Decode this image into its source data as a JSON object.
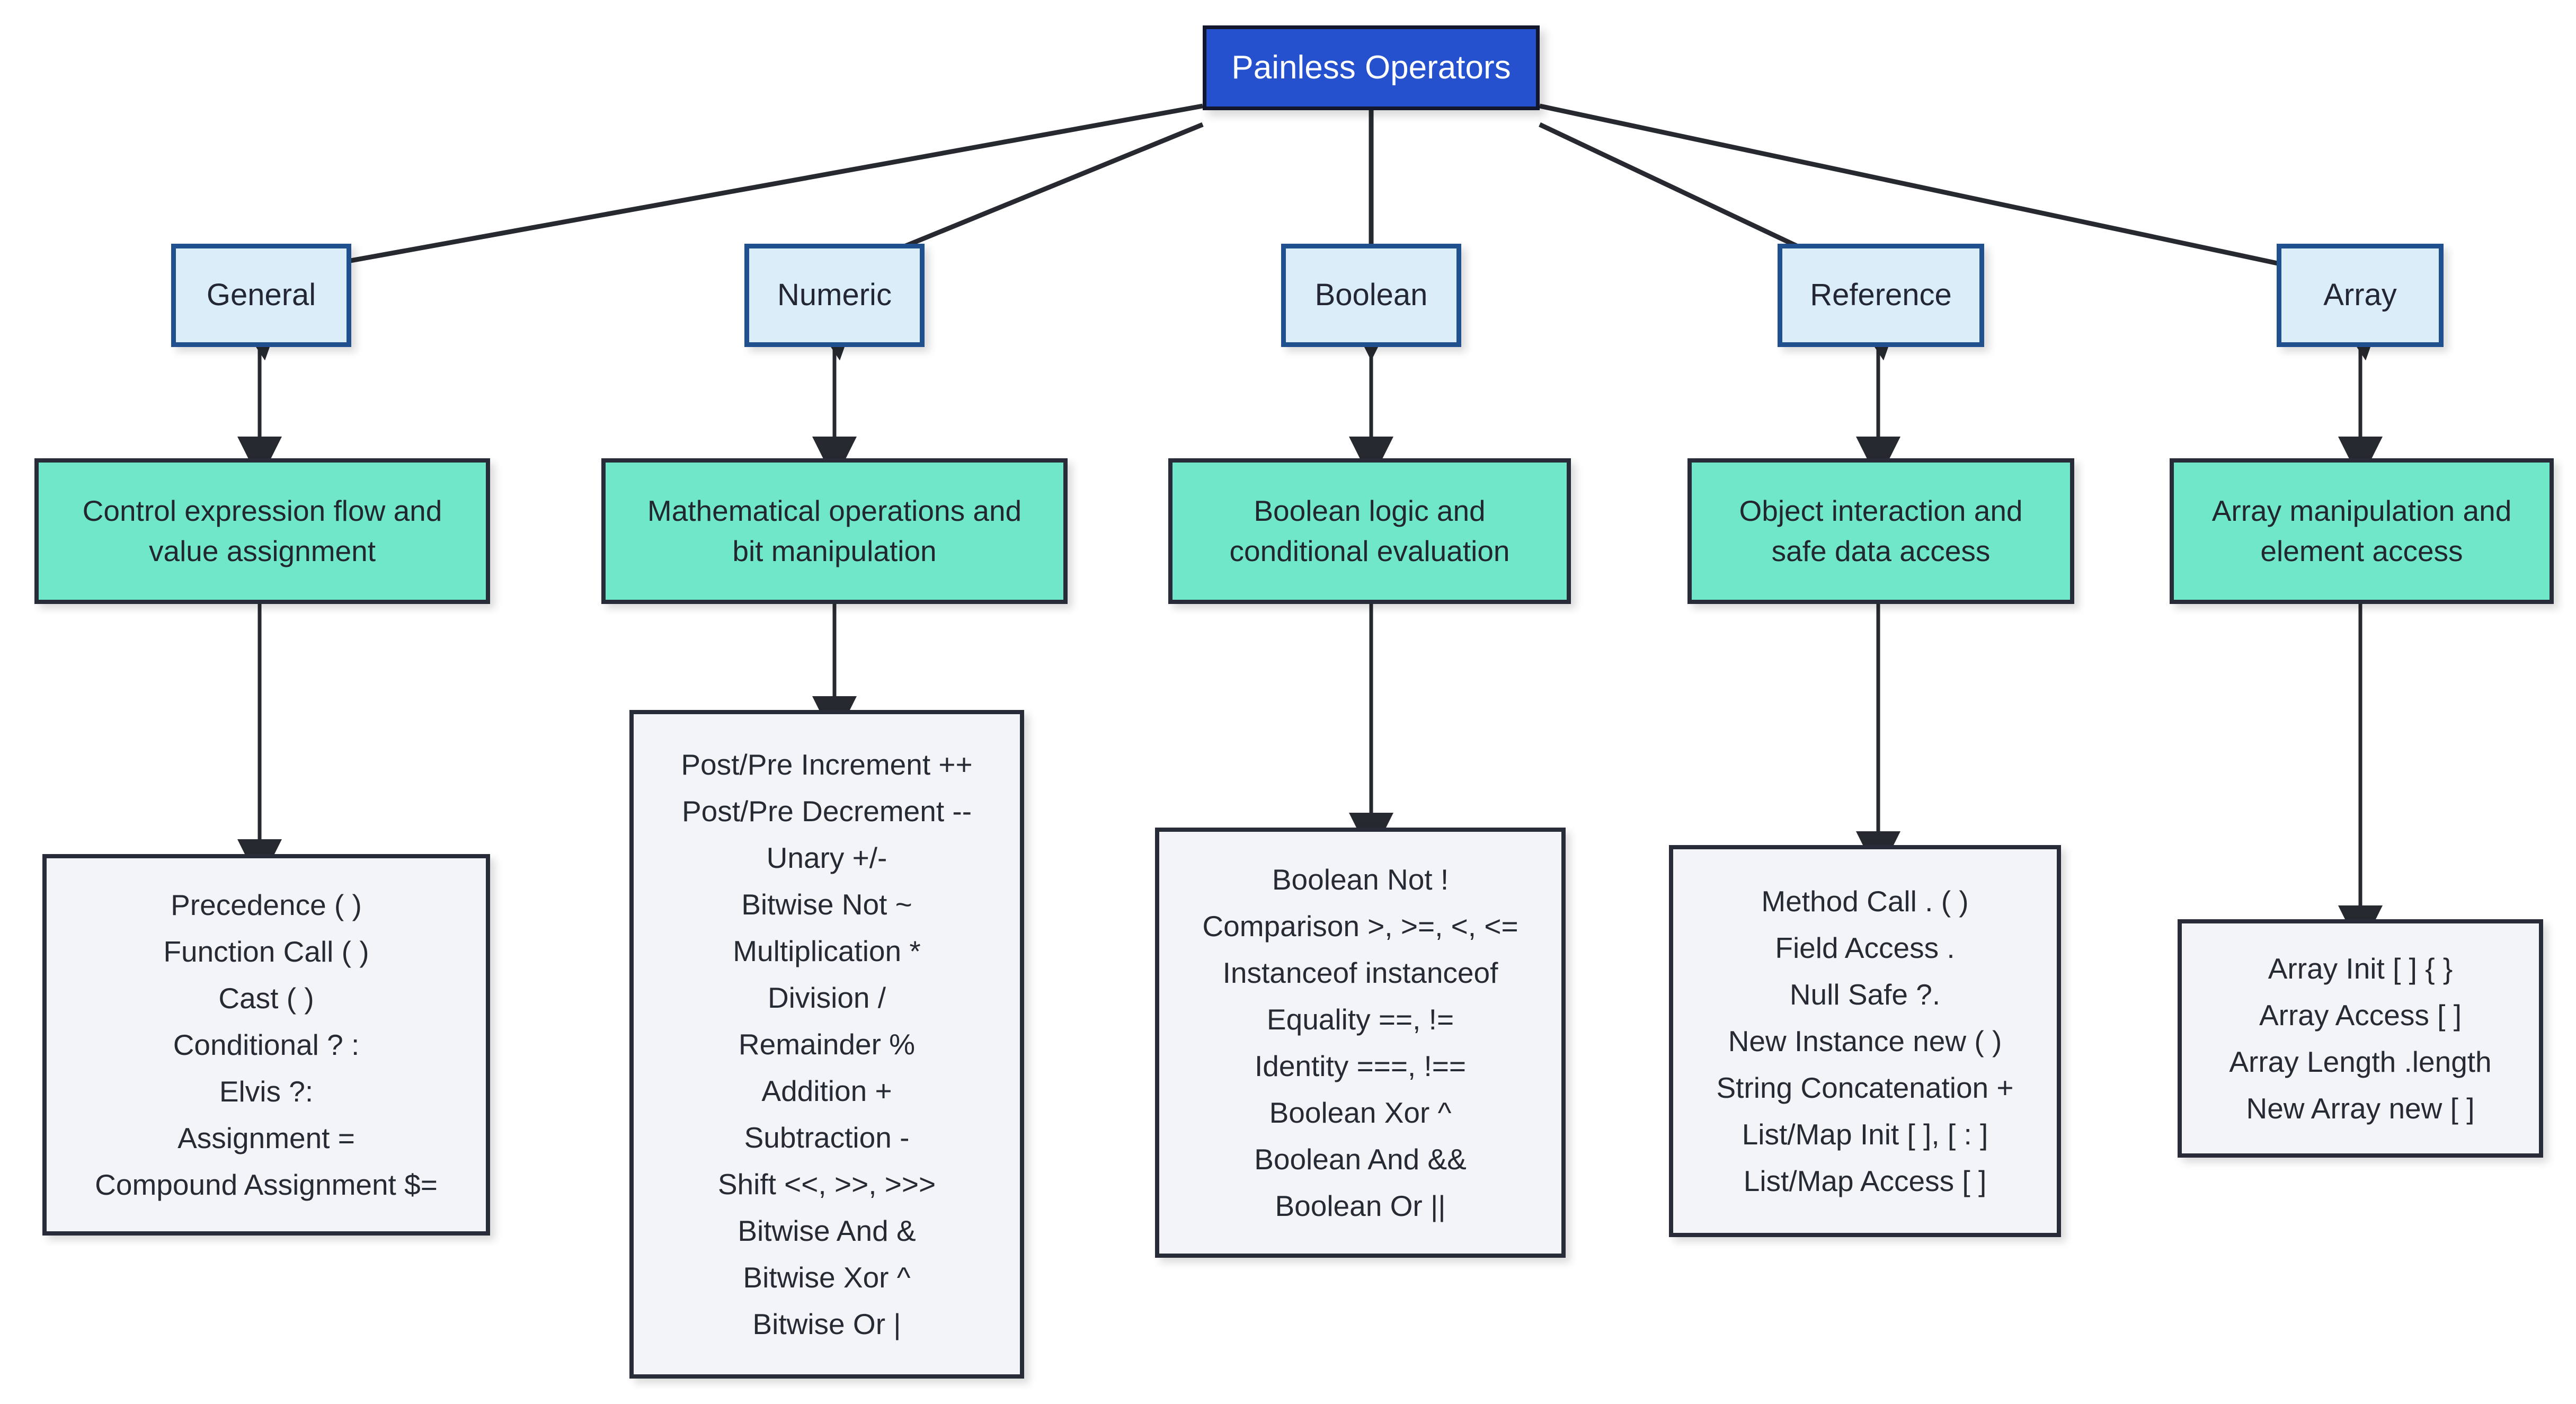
{
  "diagram": {
    "title": "Painless Operators",
    "root": {
      "label": "Painless Operators"
    },
    "colors": {
      "root_fill": "#2551ce",
      "root_border": "#13172e",
      "root_text": "#ffffff",
      "category_fill": "#dcedfa",
      "category_border": "#21508f",
      "description_fill": "#6fe7c8",
      "description_border": "#282c38",
      "operators_fill": "#f2f4f8",
      "operators_border": "#282c38",
      "edge": "#26292f",
      "background": "#ffffff"
    },
    "branches": [
      {
        "category": "General",
        "description": "Control expression flow and value assignment",
        "description_lines": [
          "Control expression flow and",
          "value assignment"
        ],
        "operators": [
          "Precedence ( )",
          "Function Call ( )",
          "Cast ( )",
          "Conditional ? :",
          "Elvis ?:",
          "Assignment =",
          "Compound Assignment $="
        ]
      },
      {
        "category": "Numeric",
        "description": "Mathematical operations and bit manipulation",
        "description_lines": [
          "Mathematical operations and",
          "bit manipulation"
        ],
        "operators": [
          "Post/Pre Increment ++",
          "Post/Pre Decrement --",
          "Unary +/-",
          "Bitwise Not ~",
          "Multiplication *",
          "Division /",
          "Remainder %",
          "Addition +",
          "Subtraction -",
          "Shift <<, >>, >>>",
          "Bitwise And &",
          "Bitwise Xor ^",
          "Bitwise Or |"
        ]
      },
      {
        "category": "Boolean",
        "description": "Boolean logic and conditional evaluation",
        "description_lines": [
          "Boolean logic and",
          "conditional evaluation"
        ],
        "operators": [
          "Boolean Not !",
          "Comparison >, >=, <, <=",
          "Instanceof instanceof",
          "Equality ==, !=",
          "Identity ===, !==",
          "Boolean Xor ^",
          "Boolean And &&",
          "Boolean Or ||"
        ]
      },
      {
        "category": "Reference",
        "description": "Object interaction and safe data access",
        "description_lines": [
          "Object interaction and",
          "safe data access"
        ],
        "operators": [
          "Method Call . ( )",
          "Field Access .",
          "Null Safe ?.",
          "New Instance new ( )",
          "String Concatenation +",
          "List/Map Init [ ], [ : ]",
          "List/Map Access [ ]"
        ]
      },
      {
        "category": "Array",
        "description": "Array manipulation and element access",
        "description_lines": [
          "Array manipulation and",
          "element access"
        ],
        "operators": [
          "Array Init [ ] { }",
          "Array Access [ ]",
          "Array Length .length",
          "New Array new [ ]"
        ]
      }
    ]
  }
}
